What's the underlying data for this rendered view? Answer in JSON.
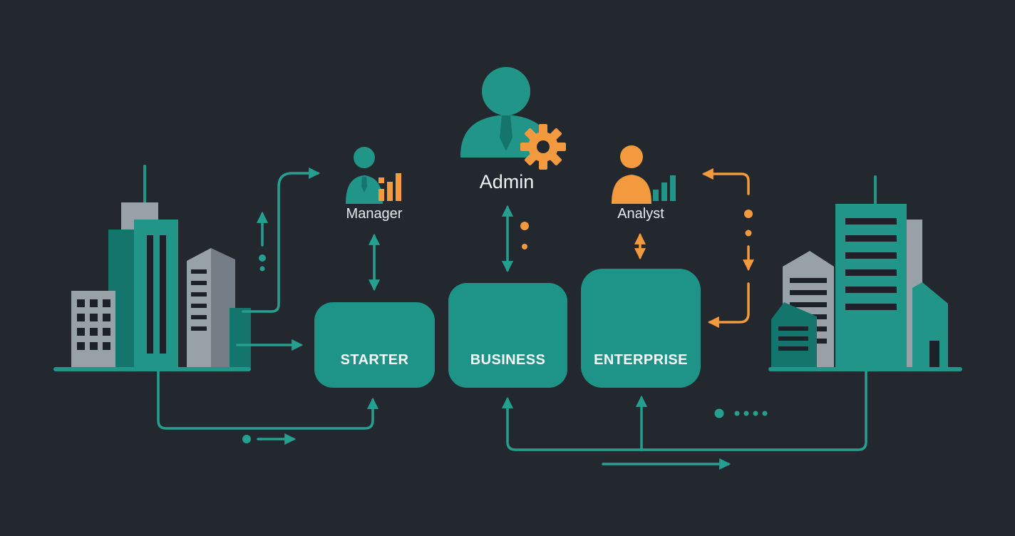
{
  "diagram": {
    "roles": {
      "admin": "Admin",
      "manager": "Manager",
      "analyst": "Analyst"
    },
    "tiers": [
      {
        "id": "starter",
        "label": "STARTER"
      },
      {
        "id": "business",
        "label": "BUSINESS"
      },
      {
        "id": "enterprise",
        "label": "ENTERPRISE"
      }
    ],
    "colors": {
      "background": "#23272e",
      "teal": "#209588",
      "teal_deep": "#13756b",
      "teal_box": "#1e9488",
      "teal_line": "#25a090",
      "orange": "#f29a3d",
      "gray": "#98a0a8",
      "gray_dark": "#757e86",
      "window": "#1d222a",
      "text": "#f0f2f2"
    }
  }
}
